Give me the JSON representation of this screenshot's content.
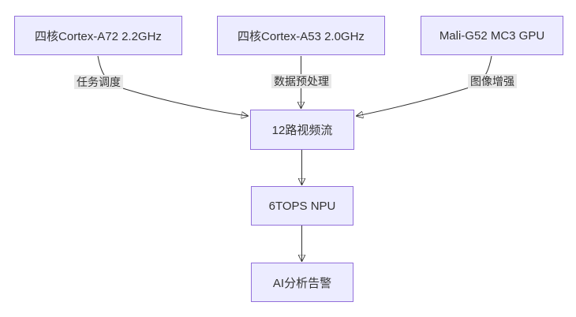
{
  "diagram": {
    "type": "flowchart",
    "background": "#ffffff",
    "colors": {
      "node_fill": "#ECECFF",
      "node_border": "#9370DB",
      "node_text": "#333333",
      "edge_line": "#333333",
      "edge_label_bg": "#e8e8e8"
    },
    "nodes": [
      {
        "id": "a72",
        "label": "四核Cortex-A72 2.2GHz"
      },
      {
        "id": "a53",
        "label": "四核Cortex-A53 2.0GHz"
      },
      {
        "id": "gpu",
        "label": "Mali-G52 MC3 GPU"
      },
      {
        "id": "video",
        "label": "12路视频流"
      },
      {
        "id": "npu",
        "label": "6TOPS NPU"
      },
      {
        "id": "alert",
        "label": "AI分析告警"
      }
    ],
    "edges": [
      {
        "from": "a72",
        "to": "video",
        "label": "任务调度"
      },
      {
        "from": "a53",
        "to": "video",
        "label": "数据预处理"
      },
      {
        "from": "gpu",
        "to": "video",
        "label": "图像增强"
      },
      {
        "from": "video",
        "to": "npu",
        "label": ""
      },
      {
        "from": "npu",
        "to": "alert",
        "label": ""
      }
    ]
  }
}
